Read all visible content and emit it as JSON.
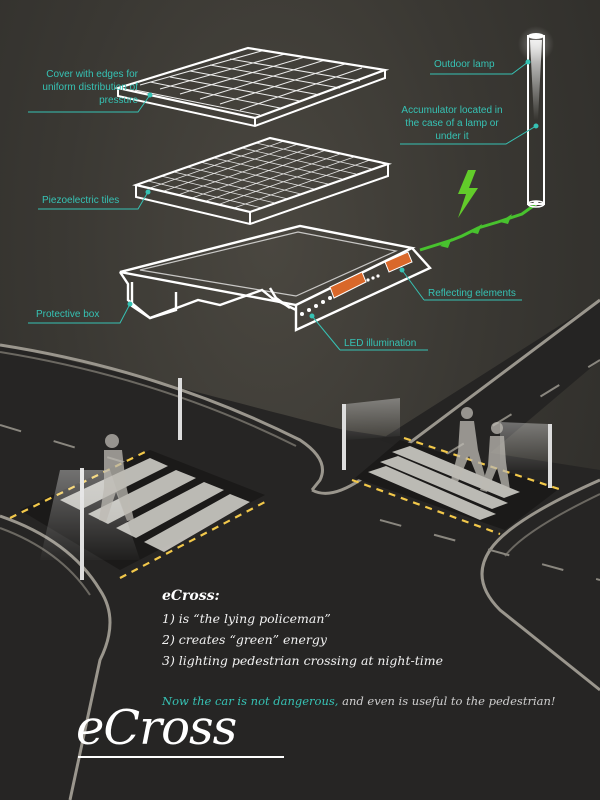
{
  "labels": {
    "cover": "Cover with edges for uniform distribution of pressure",
    "lamp": "Outdoor lamp",
    "accumulator": "Accumulator located in the case of a lamp or under it",
    "piezo": "Piezoelectric tiles",
    "reflecting": "Reflecting elements",
    "protective": "Protective box",
    "led": "LED illumination"
  },
  "features": {
    "heading": "eCross:",
    "items": [
      "1) is “the lying policeman”",
      "2) creates “green” energy",
      "3) lighting pedestrian crossing at night-time"
    ]
  },
  "tagline": {
    "accent": "Now the car is not dangerous,",
    "rest": " and even is useful to the pedestrian!"
  },
  "brand": "eCross",
  "colors": {
    "accent": "#36c2b4",
    "energy": "#48c22e",
    "reflector": "#d9682a"
  }
}
